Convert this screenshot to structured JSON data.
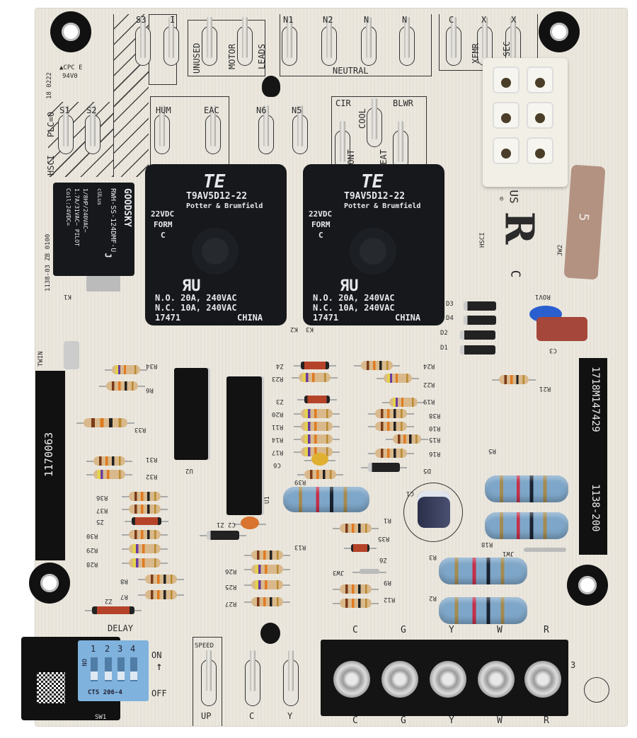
{
  "top_terminals": {
    "s3": "S3",
    "i": "I",
    "unused": "UNUSED",
    "motor": "MOTOR",
    "leads": "LEADS",
    "n1": "N1",
    "n2": "N2",
    "n3": "N",
    "n4": "N",
    "neutral": "NEUTRAL",
    "c": "C",
    "x1": "X",
    "x2": "X",
    "xfmr": "XFMR",
    "sec": "SEC",
    "s1": "S1",
    "s2": "S2",
    "hum": "HUM",
    "eac": "EAC",
    "n6": "N6",
    "n5": "N5",
    "cir": "CIR",
    "cool": "COOL",
    "blwr": "BLWR",
    "cont": "CONT",
    "heat": "HEAT"
  },
  "board_marks": {
    "cpc": "▲CPC E",
    "rating": "94V0",
    "plc": "PLC=0",
    "hsci_left": "HSCI",
    "date_code": "18 0222",
    "hsci_right": "HSCI",
    "ul_c": "C",
    "ul_us": "US",
    "ul_reg": "®",
    "left_part": "1170063",
    "right_part_a": "1138-200",
    "right_part_b": "1718M147429",
    "part_side": "1138-03 ZB 0100"
  },
  "relays": [
    {
      "ref": "K2",
      "brand": "TE",
      "model": "T9AV5D12-22",
      "maker": "Potter & Brumfield",
      "coil": "22VDC",
      "form1": "FORM",
      "form2": "C",
      "no": "N.O. 20A, 240VAC",
      "nc": "N.C. 10A, 240VAC",
      "lot": "17471",
      "origin": "CHINA"
    },
    {
      "ref": "K3",
      "brand": "TE",
      "model": "T9AV5D12-22",
      "maker": "Potter & Brumfield",
      "coil": "22VDC",
      "form1": "FORM",
      "form2": "C",
      "no": "N.O. 20A, 240VAC",
      "nc": "N.C. 10A, 240VAC",
      "lot": "17471",
      "origin": "CHINA"
    }
  ],
  "small_relay": {
    "ref": "K1",
    "brand": "GOODSKY",
    "model": "RWH-SS-124DMF-U",
    "rating1": "1/8HP/240VAC~",
    "rating2": "1.7A/31VAC~ PILOT",
    "coil": "Coil:24VDC=",
    "code": "J",
    "cert": "cULus"
  },
  "fuse": {
    "value": "5",
    "jumper": "JW2"
  },
  "misc_refs": {
    "twin": "TWIN",
    "u1": "U1",
    "u2": "U2",
    "c1": "C1",
    "c3": "C3",
    "rov1": "ROV1",
    "d1": "D1",
    "d2": "D2",
    "d3": "D3",
    "d4": "D4",
    "jw1": "JW1",
    "r3": "R3",
    "r2": "R2",
    "r18": "R18",
    "r5": "R5",
    "r39": "R39"
  },
  "small_parts": [
    "R34",
    "R6",
    "R33",
    "R31",
    "R32",
    "R36",
    "R37",
    "Z5",
    "R30",
    "R29",
    "R28",
    "R8",
    "R7",
    "Z2",
    "Z1",
    "C2",
    "R13",
    "R26",
    "R25",
    "R27",
    "R1",
    "R35",
    "Z6",
    "JW3",
    "R9",
    "R12",
    "Z4",
    "R23",
    "Z3",
    "R20",
    "R11",
    "R14",
    "R17",
    "C6",
    "R24",
    "R22",
    "R19",
    "R38",
    "R10",
    "R15",
    "R16",
    "D5",
    "R21"
  ],
  "bottom": {
    "delay": "DELAY",
    "sw1": "SW1",
    "dip_model": "CTS 206-4",
    "dip_on_side": "ON",
    "on": "ON",
    "off": "OFF",
    "dip_positions": [
      "1",
      "2",
      "3",
      "4"
    ],
    "speed": "SPEED",
    "up": "UP",
    "c": "C",
    "y": "Y",
    "terminal_top": [
      "C",
      "G",
      "Y",
      "W",
      "R"
    ],
    "terminal_bottom": [
      "C",
      "G",
      "Y",
      "W",
      "R"
    ],
    "terminal_ref": "3"
  },
  "colors": {
    "board": "#ebe7de",
    "relay": "#16181b",
    "dip": "#7fb2dd",
    "fuse": "#b39282",
    "resistor_blue": "#7ea6c8"
  }
}
